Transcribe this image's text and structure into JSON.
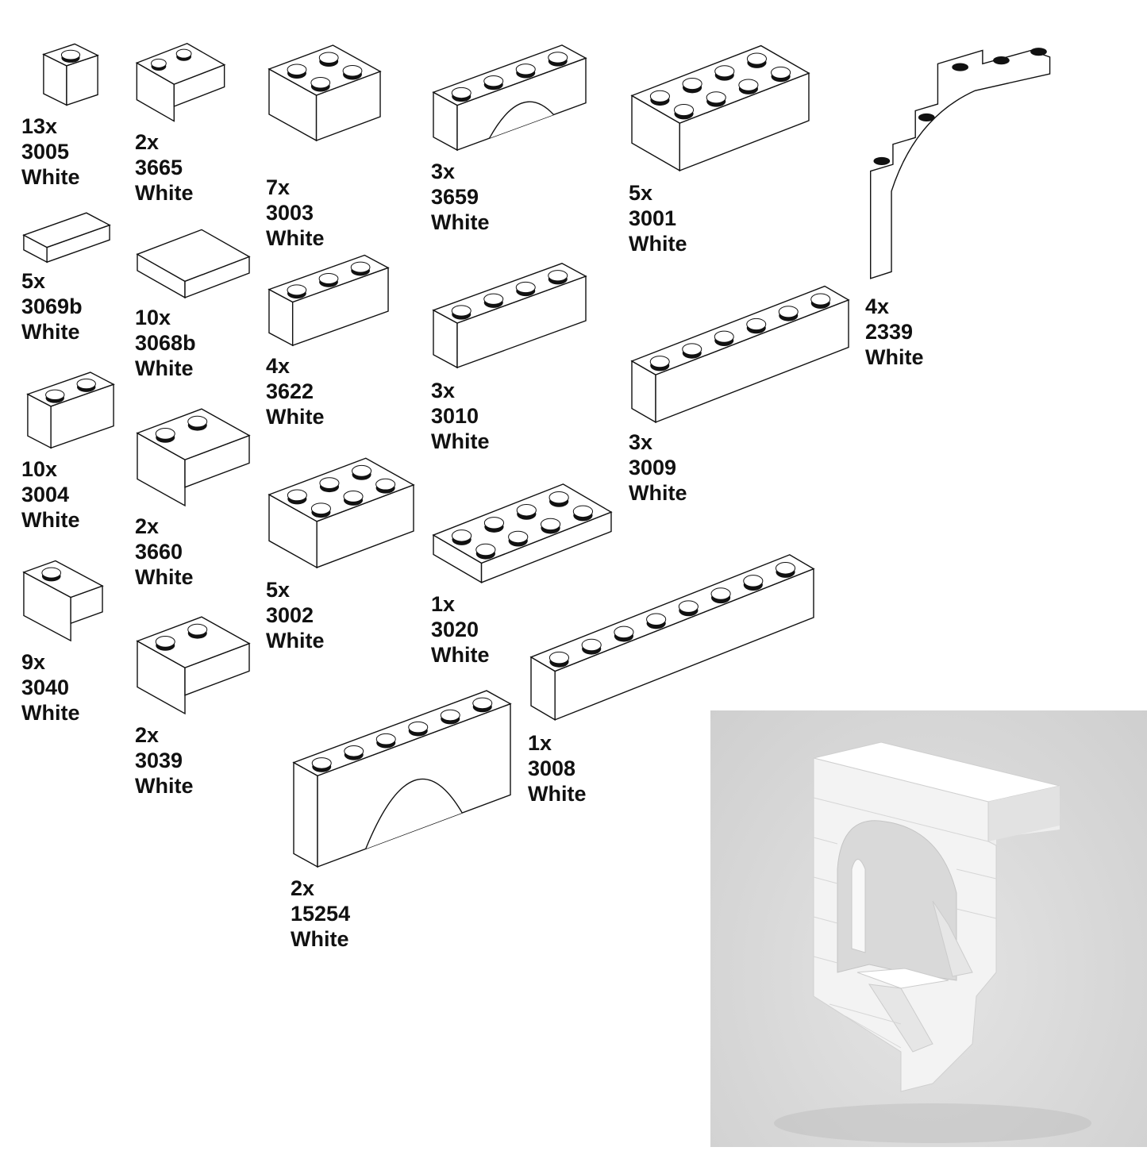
{
  "parts": [
    {
      "qty": "13x",
      "part_no": "3005",
      "color": "White"
    },
    {
      "qty": "2x",
      "part_no": "3665",
      "color": "White"
    },
    {
      "qty": "7x",
      "part_no": "3003",
      "color": "White"
    },
    {
      "qty": "3x",
      "part_no": "3659",
      "color": "White"
    },
    {
      "qty": "5x",
      "part_no": "3001",
      "color": "White"
    },
    {
      "qty": "4x",
      "part_no": "2339",
      "color": "White"
    },
    {
      "qty": "5x",
      "part_no": "3069b",
      "color": "White"
    },
    {
      "qty": "10x",
      "part_no": "3068b",
      "color": "White"
    },
    {
      "qty": "4x",
      "part_no": "3622",
      "color": "White"
    },
    {
      "qty": "3x",
      "part_no": "3010",
      "color": "White"
    },
    {
      "qty": "3x",
      "part_no": "3009",
      "color": "White"
    },
    {
      "qty": "10x",
      "part_no": "3004",
      "color": "White"
    },
    {
      "qty": "2x",
      "part_no": "3660",
      "color": "White"
    },
    {
      "qty": "5x",
      "part_no": "3002",
      "color": "White"
    },
    {
      "qty": "1x",
      "part_no": "3020",
      "color": "White"
    },
    {
      "qty": "1x",
      "part_no": "3008",
      "color": "White"
    },
    {
      "qty": "9x",
      "part_no": "3040",
      "color": "White"
    },
    {
      "qty": "2x",
      "part_no": "3039",
      "color": "White"
    },
    {
      "qty": "2x",
      "part_no": "15254",
      "color": "White"
    }
  ],
  "colors": {
    "outline": "#111111",
    "stud": "#111111",
    "render_bg": "#d8d8d8",
    "brick_face": "#f4f4f4"
  }
}
